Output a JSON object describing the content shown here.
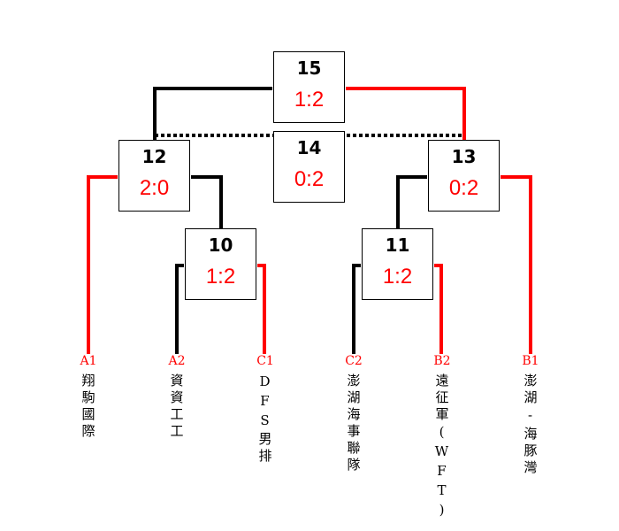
{
  "matches": [
    {
      "id": "15",
      "score": "1:2"
    },
    {
      "id": "14",
      "score": "0:2"
    },
    {
      "id": "12",
      "score": "2:0"
    },
    {
      "id": "13",
      "score": "0:2"
    },
    {
      "id": "10",
      "score": "1:2"
    },
    {
      "id": "11",
      "score": "1:2"
    }
  ],
  "teams": [
    {
      "seed": "A1",
      "name": "翔駒國際"
    },
    {
      "seed": "A2",
      "name": "資資工工"
    },
    {
      "seed": "C1",
      "name": "DFS男排"
    },
    {
      "seed": "C2",
      "name": "澎湖海事聯隊"
    },
    {
      "seed": "B2",
      "name": "遠征軍(WFT)"
    },
    {
      "seed": "B1",
      "name": "澎湖-海豚灣"
    }
  ],
  "colors": {
    "winner_line": "#ff0000",
    "loser_line": "#000000",
    "score": "#ff0000"
  }
}
